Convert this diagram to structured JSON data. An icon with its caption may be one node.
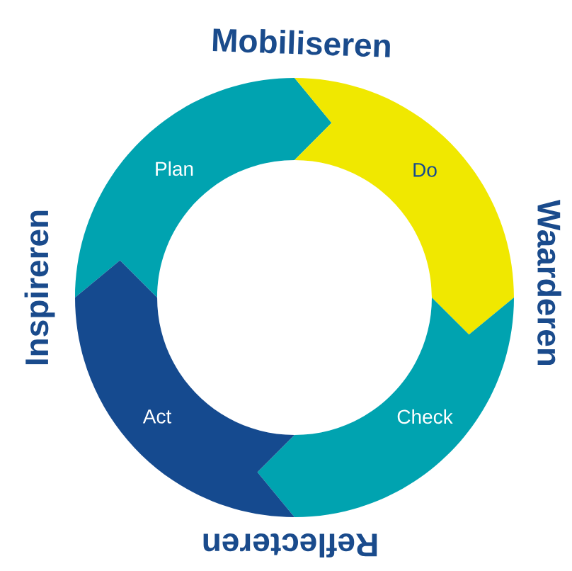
{
  "diagram": {
    "nodes": [
      {
        "text": [
          "Plan"
        ]
      },
      {
        "text": [
          "Do"
        ]
      },
      {
        "text": [
          "Check"
        ]
      },
      {
        "text": [
          "Act"
        ]
      }
    ],
    "labels": [
      "Mobiliseren",
      "Waarderen",
      "Reflecteren",
      "Inspireren"
    ]
  }
}
